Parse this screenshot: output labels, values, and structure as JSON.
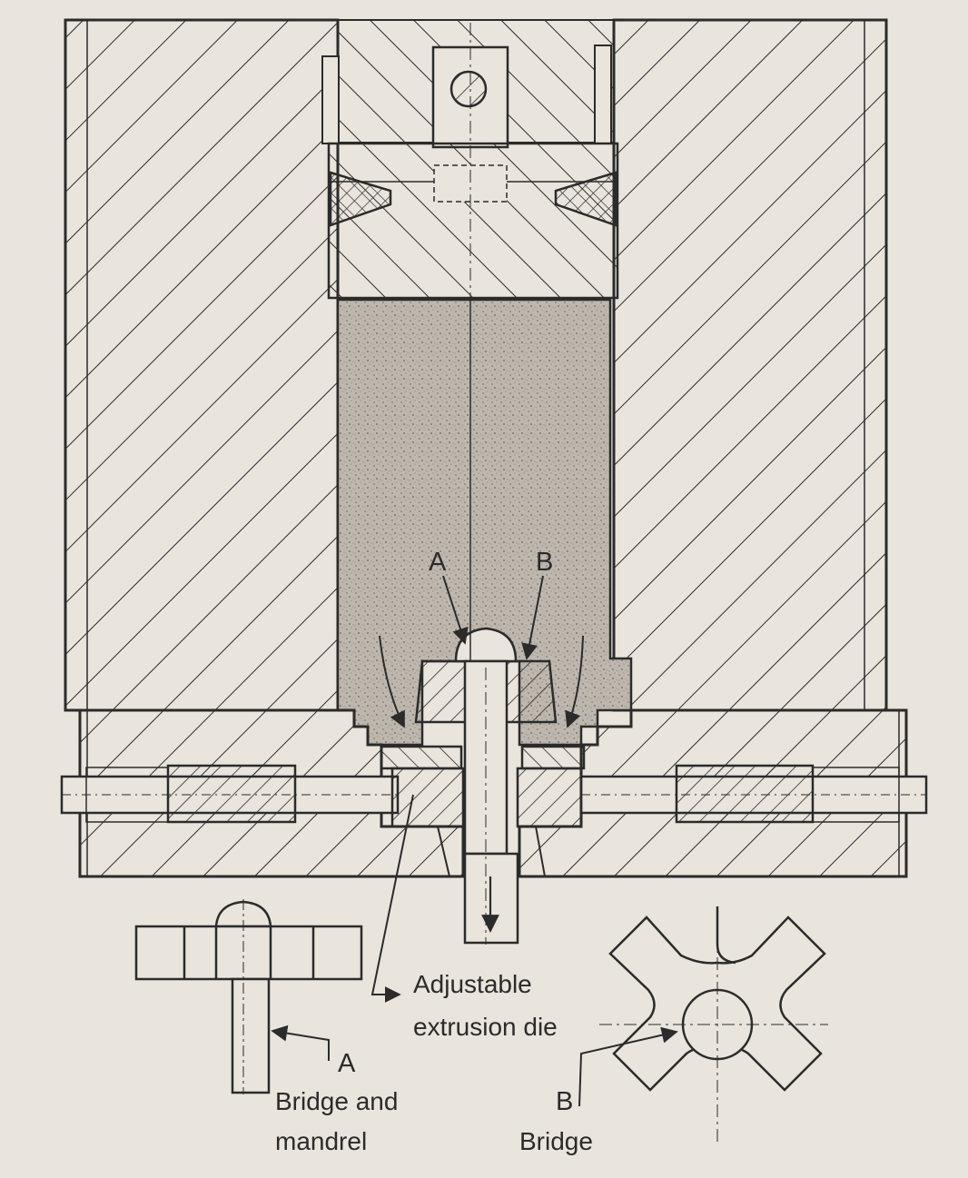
{
  "labels": {
    "callout_a": "A",
    "callout_b": "B",
    "die_line1": "Adjustable",
    "die_line2": "extrusion die",
    "detail_a_letter": "A",
    "detail_a_line1": "Bridge and",
    "detail_a_line2": "mandrel",
    "detail_b_letter": "B",
    "detail_b_line1": "Bridge"
  },
  "colors": {
    "paper": "#e9e4dc",
    "ink": "#2b2b2b",
    "billet": "#b9b3aa"
  }
}
